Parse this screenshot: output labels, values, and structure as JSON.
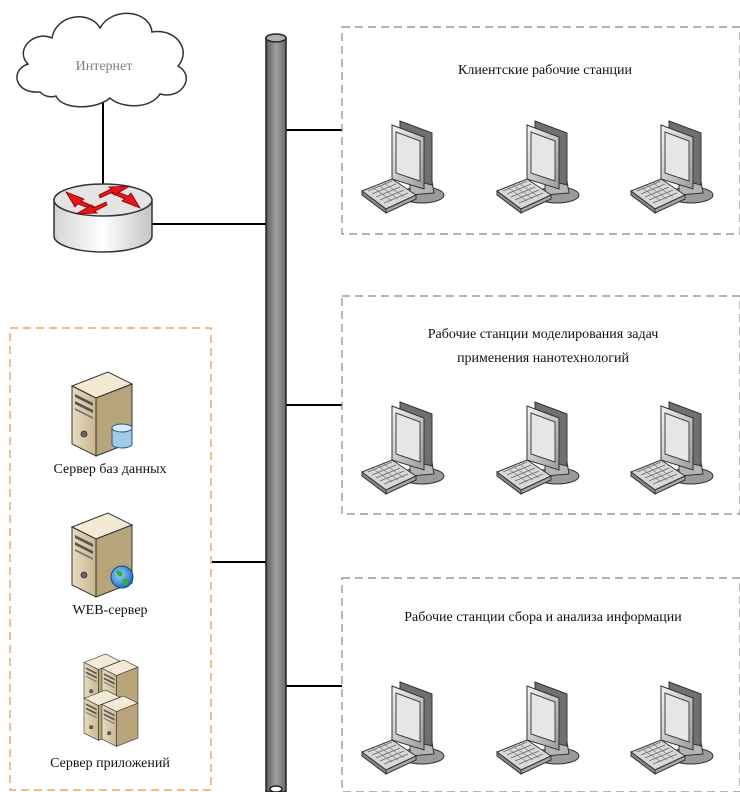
{
  "internet": {
    "label": "Интернет"
  },
  "groups": {
    "clients": {
      "title": "Клиентские рабочие станции"
    },
    "modeling": {
      "title_line1": "Рабочие станции моделирования задач",
      "title_line2": "применения нанотехнологий"
    },
    "collection": {
      "title": "Рабочие станции сбора и анализа информации"
    }
  },
  "servers": {
    "database": {
      "label": "Сервер баз данных"
    },
    "web": {
      "label": "WEB-сервер"
    },
    "application": {
      "label": "Сервер приложений"
    }
  },
  "colors": {
    "server_group_border": "#e59545",
    "workstation_group_border": "#888888",
    "backbone": "#7f7f7f",
    "router_arrows": "#e8141c"
  }
}
